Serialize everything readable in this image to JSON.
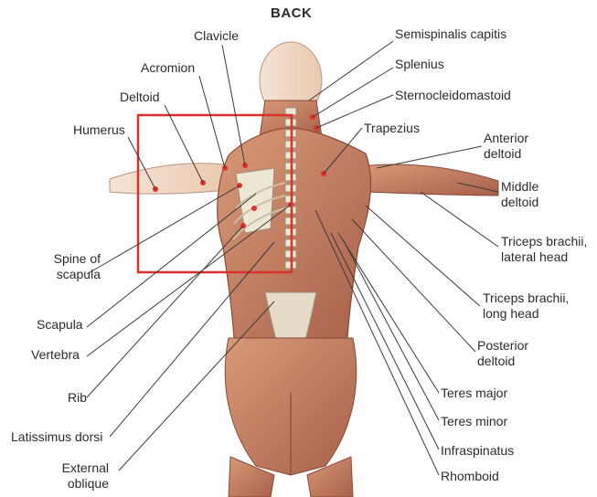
{
  "title": "BACK",
  "labels": {
    "clavicle": "Clavicle",
    "acromion": "Acromion",
    "deltoid": "Deltoid",
    "humerus": "Humerus",
    "spine_of_scapula": [
      "Spine of",
      "scapula"
    ],
    "scapula": "Scapula",
    "vertebra": "Vertebra",
    "rib": "Rib",
    "latissimus_dorsi": "Latissimus dorsi",
    "external_oblique": [
      "External",
      "oblique"
    ],
    "semispinalis_capitis": "Semispinalis capitis",
    "splenius": "Splenius",
    "sternocleidomastoid": "Sternocleidomastoid",
    "trapezius": "Trapezius",
    "anterior_deltoid": [
      "Anterior",
      "deltoid"
    ],
    "middle_deltoid": [
      "Middle",
      "deltoid"
    ],
    "triceps_lateral": [
      "Triceps brachii,",
      "lateral head"
    ],
    "triceps_long": [
      "Triceps brachii,",
      "long head"
    ],
    "posterior_deltoid": [
      "Posterior",
      "deltoid"
    ],
    "teres_major": "Teres major",
    "teres_minor": "Teres minor",
    "infraspinatus": "Infraspinatus",
    "rhomboid": "Rhomboid"
  },
  "colors": {
    "muscle": "#c98a6a",
    "muscle_dark": "#8a4a35",
    "skin": "#f1dccb",
    "bone": "#eee7d6",
    "highlight_box": "#d8322c",
    "leader_line": "#3a3a3a",
    "marker": "#e0312a"
  }
}
